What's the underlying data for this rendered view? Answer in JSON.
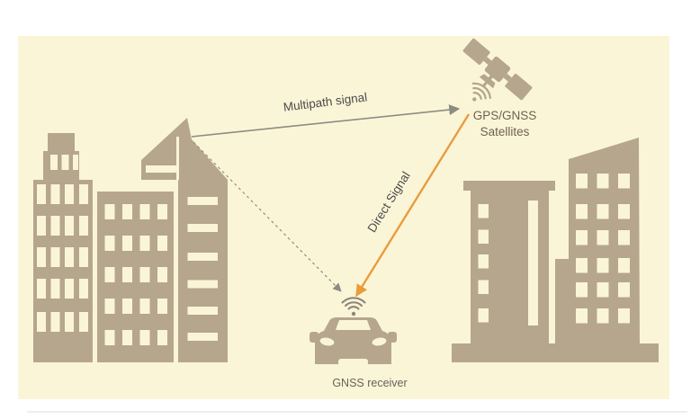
{
  "diagram": {
    "title_visible": false,
    "labels": {
      "multipath_signal": "Multipath signal",
      "direct_signal": "Direct Signal",
      "satellite_line1": "GPS/GNSS",
      "satellite_line2": "Satellites",
      "gnss_receiver": "GNSS receiver"
    },
    "icons": {
      "satellite": "satellite-icon",
      "satellite_waves": "wifi-signal-icon",
      "receiver_waves": "wifi-signal-icon",
      "car": "car-icon",
      "buildings": "building-icon"
    },
    "colors": {
      "page_background": "#ffffff",
      "canvas_background": "#fbf5d8",
      "building": "#b5a68d",
      "direct_signal_orange": "#e89c3c",
      "signal_gray": "#8c8c83",
      "label_text": "#4a4a4a",
      "satellite_label_text": "#6e6150",
      "receiver_label_text": "#67625a",
      "satellite_waves": "#b3a48b",
      "receiver_waves": "#8d8578",
      "divider_line": "#dcdcdc"
    },
    "arrows": {
      "multipath": {
        "style": "solid",
        "color_key": "signal_gray",
        "from": "building rooftop",
        "to": "satellite"
      },
      "reflected": {
        "style": "dashed",
        "color_key": "signal_gray",
        "from": "building rooftop",
        "to": "GNSS receiver"
      },
      "direct": {
        "style": "solid",
        "color_key": "direct_signal_orange",
        "from": "satellite",
        "to": "GNSS receiver"
      }
    }
  }
}
